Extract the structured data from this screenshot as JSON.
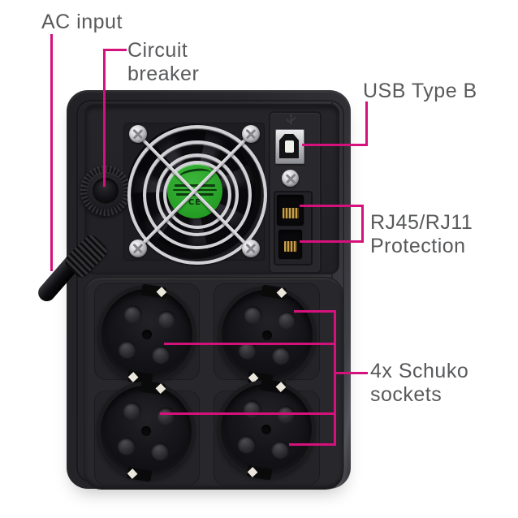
{
  "annotations": {
    "ac_input": {
      "text": "AC input"
    },
    "circuit_breaker": {
      "line1": "Circuit",
      "line2": "breaker"
    },
    "usb": {
      "text": "USB Type B"
    },
    "rj_protection": {
      "line1": "RJ45/RJ11",
      "line2": "Protection"
    },
    "schuko": {
      "line1": "4x Schuko",
      "line2": "sockets"
    }
  },
  "device": {
    "fan_sticker_ce_mark": "CE"
  },
  "colors": {
    "annotation_line_pink": "#D5117B",
    "annotation_text_gray": "#58595B",
    "fan_sticker_green": "#2BA32B",
    "device_body_dark": "#2A2A2E",
    "background": "#FFFFFF"
  }
}
